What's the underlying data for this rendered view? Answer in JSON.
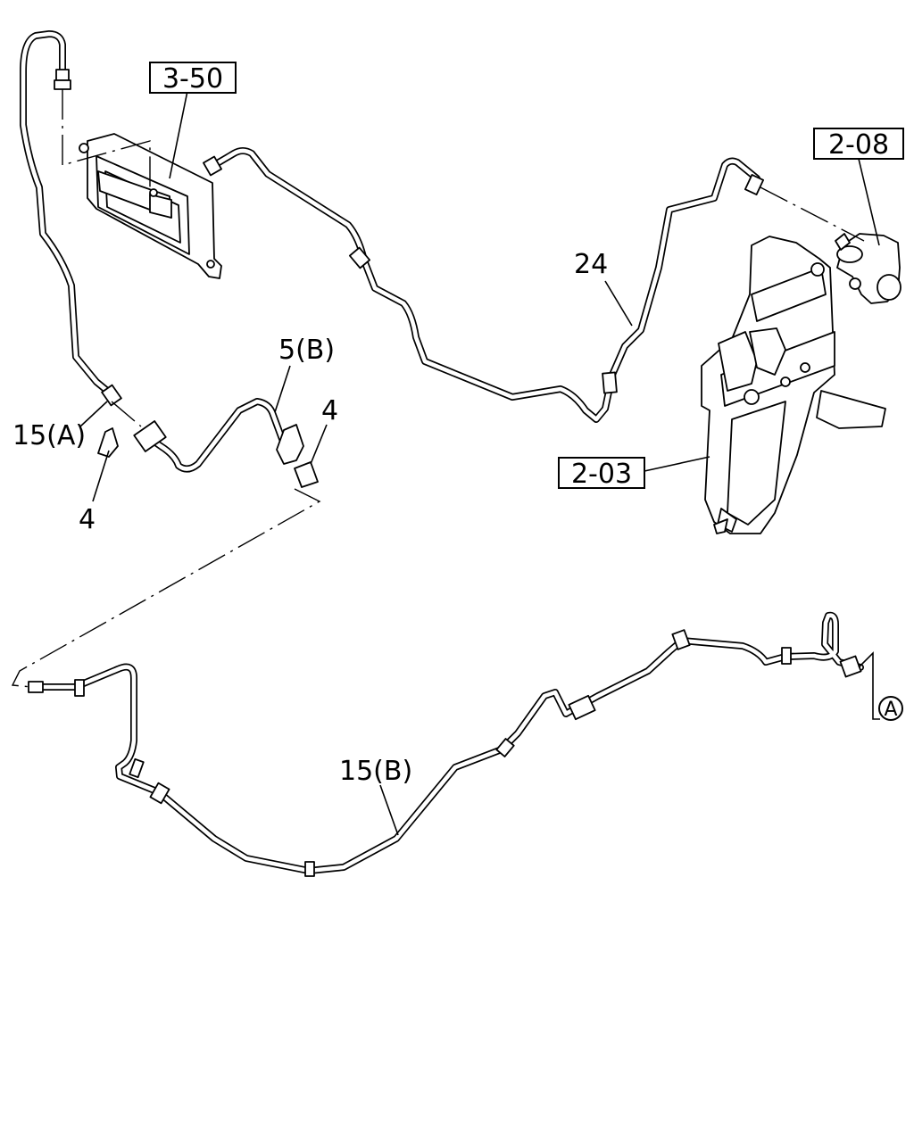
{
  "labels": {
    "ref_3_50": "3-50",
    "ref_2_08": "2-08",
    "ref_2_03": "2-03",
    "part_24": "24",
    "part_5b": "5(B)",
    "part_4_right": "4",
    "part_15a": "15(A)",
    "part_4_left": "4",
    "part_15b": "15(B)",
    "marker_a": "A"
  }
}
